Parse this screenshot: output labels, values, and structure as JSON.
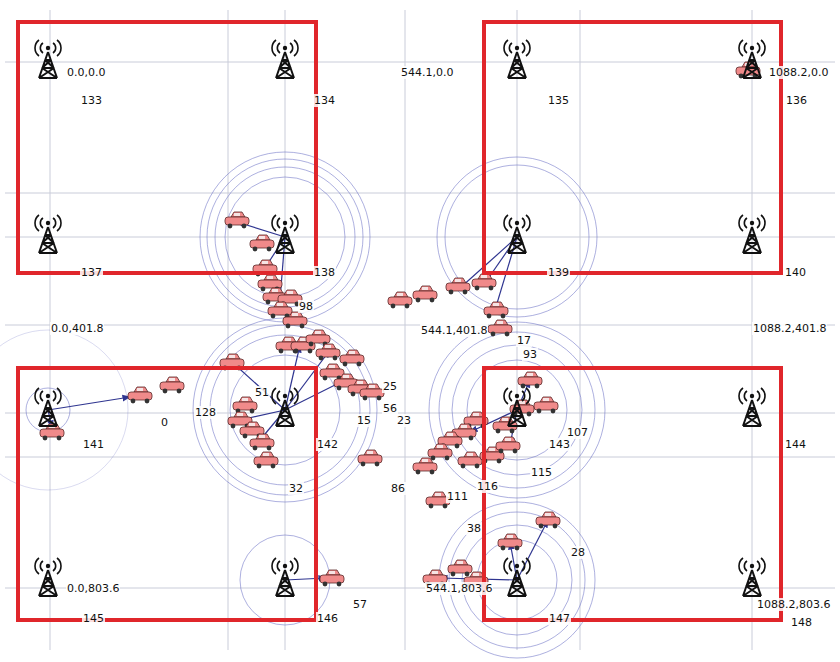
{
  "diagram": {
    "labels": [
      "0.0,0.0",
      "133",
      "134",
      "544.1,0.0",
      "135",
      "1088.2,0.0",
      "136",
      "137",
      "138",
      "139",
      "140",
      "0.0,401.8",
      "544.1,401.8",
      "1088.2,401.8",
      "141",
      "142",
      "143",
      "144",
      "0.0,803.6",
      "544.1,803.6",
      "1088.2,803.6",
      "145",
      "146",
      "147",
      "148",
      "0",
      "128",
      "51",
      "15",
      "56",
      "25",
      "23",
      "17",
      "93",
      "107",
      "115",
      "86",
      "98",
      "32",
      "116",
      "111",
      "38",
      "28",
      "57"
    ]
  }
}
